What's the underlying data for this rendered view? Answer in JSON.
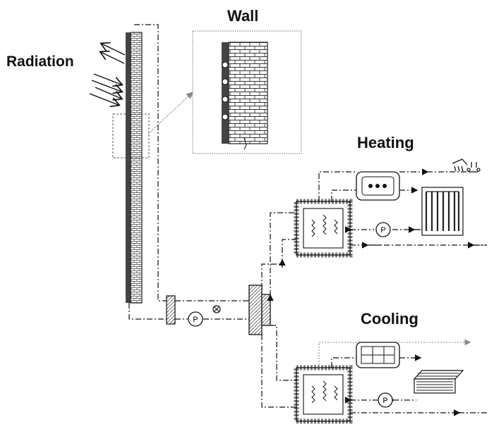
{
  "labels": {
    "wall": "Wall",
    "radiation": "Radiation",
    "heating": "Heating",
    "cooling": "Cooling",
    "pump": "P"
  },
  "colors": {
    "line": "#111111",
    "brick": "#444444",
    "inset_border": "#5a7a8a",
    "gray_arrow": "#888888"
  }
}
